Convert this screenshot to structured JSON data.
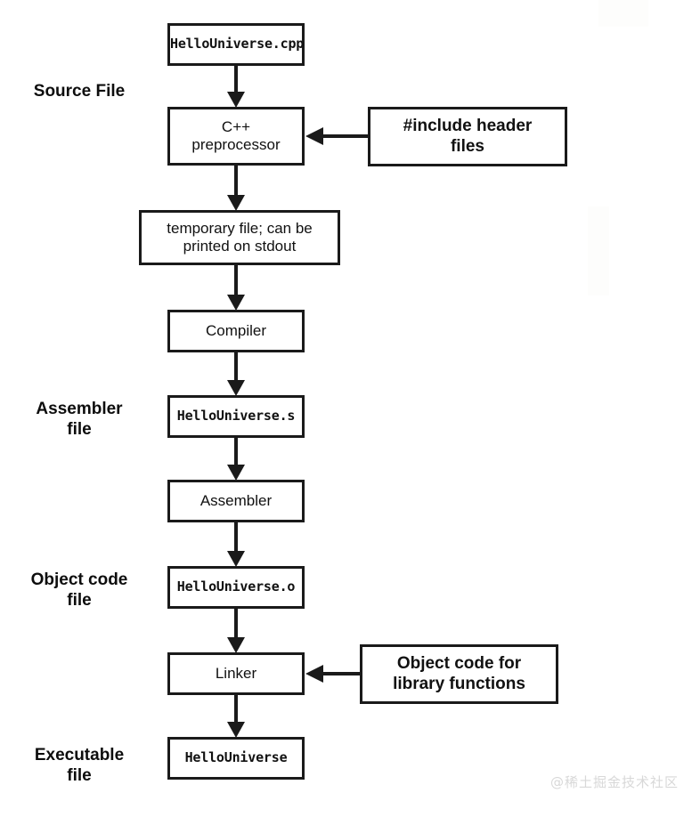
{
  "diagram": {
    "title": "C++ compilation pipeline",
    "stroke_color": "#1a1a1a",
    "background_color": "#ffffff",
    "watermark_color": "#d8d8d8"
  },
  "stage_labels": [
    {
      "id": "source-file",
      "text": "Source File"
    },
    {
      "id": "assembler-file",
      "text": "Assembler\nfile"
    },
    {
      "id": "object-code-file",
      "text": "Object code\nfile"
    },
    {
      "id": "executable-file",
      "text": "Executable\nfile"
    }
  ],
  "nodes": [
    {
      "id": "hellouniverse-cpp",
      "text": "HelloUniverse.cpp"
    },
    {
      "id": "cpp-preprocessor",
      "text": "C++\npreprocessor"
    },
    {
      "id": "include-header-files",
      "text": "#include header\nfiles"
    },
    {
      "id": "temporary-file",
      "text": "temporary file; can be\nprinted on stdout"
    },
    {
      "id": "compiler",
      "text": "Compiler"
    },
    {
      "id": "hellouniverse-s",
      "text": "HelloUniverse.s"
    },
    {
      "id": "assembler",
      "text": "Assembler"
    },
    {
      "id": "hellouniverse-o",
      "text": "HelloUniverse.o"
    },
    {
      "id": "linker",
      "text": "Linker"
    },
    {
      "id": "object-code-library",
      "text": "Object code for\nlibrary functions"
    },
    {
      "id": "hellouniverse-exe",
      "text": "HelloUniverse"
    }
  ],
  "edges": [
    {
      "from": "hellouniverse-cpp",
      "to": "cpp-preprocessor",
      "direction": "down"
    },
    {
      "from": "include-header-files",
      "to": "cpp-preprocessor",
      "direction": "left"
    },
    {
      "from": "cpp-preprocessor",
      "to": "temporary-file",
      "direction": "down"
    },
    {
      "from": "temporary-file",
      "to": "compiler",
      "direction": "down"
    },
    {
      "from": "compiler",
      "to": "hellouniverse-s",
      "direction": "down"
    },
    {
      "from": "hellouniverse-s",
      "to": "assembler",
      "direction": "down"
    },
    {
      "from": "assembler",
      "to": "hellouniverse-o",
      "direction": "down"
    },
    {
      "from": "hellouniverse-o",
      "to": "linker",
      "direction": "down"
    },
    {
      "from": "object-code-library",
      "to": "linker",
      "direction": "left"
    },
    {
      "from": "linker",
      "to": "hellouniverse-exe",
      "direction": "down"
    }
  ],
  "watermark": {
    "text": "@稀土掘金技术社区"
  }
}
